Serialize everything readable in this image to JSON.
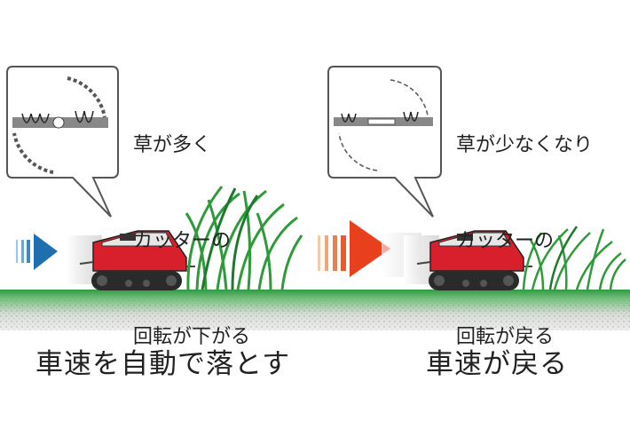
{
  "left_panel": {
    "note_lines": [
      "草が多く",
      "カッターの",
      "回転が下がる"
    ],
    "caption": "車速を自動で落とす",
    "arrow_color": "#1f6fb0"
  },
  "right_panel": {
    "note_lines": [
      "草が少なくなり",
      "カッターの",
      "回転が戻る"
    ],
    "caption": "車速が戻る",
    "arrow_color": "#e8401c"
  },
  "colors": {
    "robot_body": "#d7202c",
    "grass": "#2e9a3a",
    "ground": "#3aa04a"
  }
}
